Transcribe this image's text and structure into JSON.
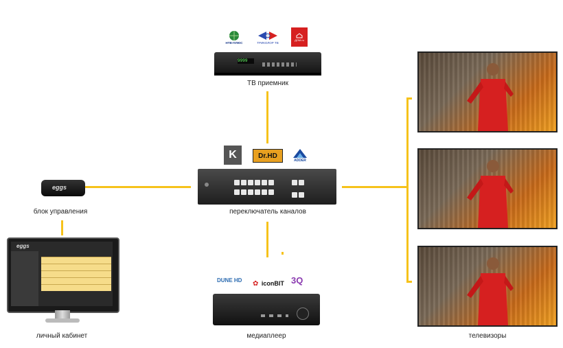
{
  "labels": {
    "tv_receiver": "ТВ приемник",
    "control_unit": "блок управления",
    "channel_switcher": "переключатель каналов",
    "personal_cabinet": "личный кабинет",
    "media_player": "медиаплеер",
    "televisions": "телевизоры"
  },
  "receiver_brands": [
    "НТВ-ПЛЮС",
    "ТРИКОЛОР ТВ",
    "ДОМ.ru"
  ],
  "switcher_brands": [
    "K",
    "Dr.HD",
    "ADDER"
  ],
  "player_brands": [
    "DUNE HD",
    "iconBIT",
    "3Q"
  ],
  "control_box_brand": "eggs",
  "monitor_brand": "eggs",
  "receiver_display": "9999",
  "colors": {
    "wire": "#f6c21a",
    "accent_red": "#d62020"
  }
}
